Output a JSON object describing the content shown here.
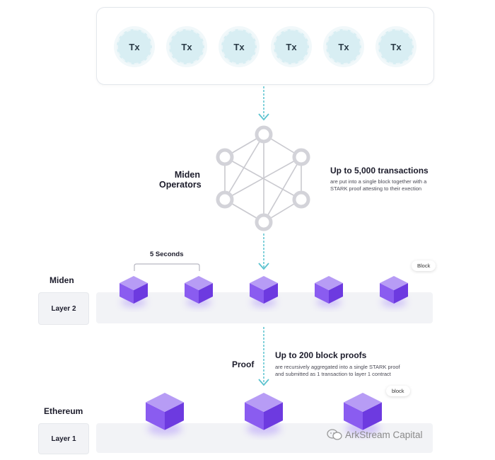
{
  "transactions": [
    "Tx",
    "Tx",
    "Tx",
    "Tx",
    "Tx",
    "Tx"
  ],
  "operators": {
    "label_line1": "Miden",
    "label_line2": "Operators",
    "headline": "Up to 5,000 transactions",
    "desc_line1": "are put into a single block together with a",
    "desc_line2": "STARK proof attesting to their exection"
  },
  "miden": {
    "title": "Miden",
    "layer": "Layer 2",
    "interval": "5 Seconds",
    "block_tag": "Block"
  },
  "proof": {
    "label": "Proof",
    "headline": "Up to 200 block proofs",
    "desc_line1": "are recursively aggregated into a single STARK proof",
    "desc_line2": "and submitted as 1 transaction to layer 1 contract"
  },
  "ethereum": {
    "title": "Ethereum",
    "layer": "Layer 1",
    "block_tag": "block"
  },
  "watermark": "ArkStream Capital",
  "colors": {
    "arrow": "#5cc3cf",
    "cube_top": "#b79cf5",
    "cube_left": "#8a5cf0",
    "cube_right": "#6d3ae0",
    "tx_fill": "#d8eef3",
    "band": "#f2f3f6"
  }
}
